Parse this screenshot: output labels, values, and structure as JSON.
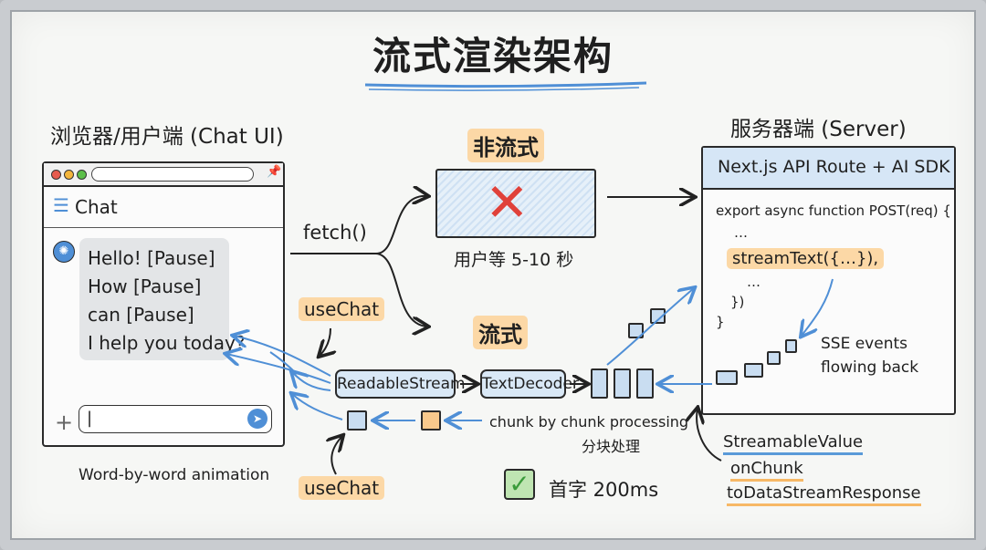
{
  "title": "流式渲染架构",
  "client": {
    "heading": "浏览器/用户端 (Chat UI)",
    "chat_label": "Chat",
    "messages": [
      "Hello! [Pause]",
      "How [Pause]",
      "can [Pause]",
      "I help you today?"
    ],
    "caption": "Word-by-word animation"
  },
  "server": {
    "heading": "服务器端 (Server)",
    "box_title": "Next.js API Route + AI SDK",
    "code": [
      "export async function POST(req) {",
      "…",
      "streamText({…}),",
      "…",
      "})",
      "}"
    ],
    "events_label": [
      "SSE events",
      "flowing back"
    ]
  },
  "flow": {
    "fetch_label": "fetch()",
    "non_stream_label": "非流式",
    "wait_label": "用户等 5-10 秒",
    "stream_label": "流式",
    "usechat_top": "useChat",
    "usechat_bottom": "useChat",
    "readable_stream": "ReadableStream",
    "text_decoder": "TextDecoder",
    "chunk_label": "chunk by chunk processing",
    "chunk_label_cn": "分块处理",
    "first_token": "首字 200ms"
  },
  "apis": [
    "StreamableValue",
    "onChunk",
    "toDataStreamResponse"
  ],
  "colors": {
    "accent_blue": "#4f8fd6",
    "highlight_orange": "#fcd8a6",
    "cross_red": "#e0413a",
    "check_green": "#3a9b3a"
  }
}
